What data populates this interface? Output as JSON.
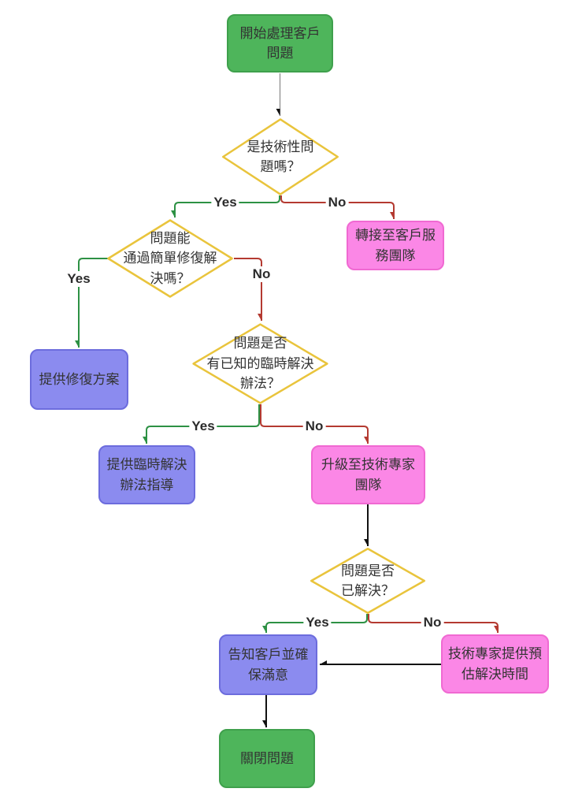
{
  "diagram": {
    "type": "flowchart",
    "language": "zh-TW",
    "nodes": {
      "start": {
        "kind": "process",
        "color": "green",
        "lines": [
          "開始處理客戶",
          "問題"
        ]
      },
      "q_technical": {
        "kind": "decision",
        "color": "yellow-outline",
        "lines": [
          "是技術性問",
          "題嗎？"
        ]
      },
      "transfer_cs": {
        "kind": "process",
        "color": "pink",
        "lines": [
          "轉接至客戶服",
          "務團隊"
        ]
      },
      "q_simple_fix": {
        "kind": "decision",
        "color": "yellow-outline",
        "lines": [
          "問題能",
          "通過簡單修復解",
          "決嗎？"
        ]
      },
      "provide_fix": {
        "kind": "process",
        "color": "purple",
        "lines": [
          "提供修復方案"
        ]
      },
      "q_workaround": {
        "kind": "decision",
        "color": "yellow-outline",
        "lines": [
          "問題是否",
          "有已知的臨時解決",
          "辦法？"
        ]
      },
      "provide_workaround": {
        "kind": "process",
        "color": "purple",
        "lines": [
          "提供臨時解決",
          "辦法指導"
        ]
      },
      "escalate": {
        "kind": "process",
        "color": "pink",
        "lines": [
          "升級至技術專家",
          "團隊"
        ]
      },
      "q_resolved": {
        "kind": "decision",
        "color": "yellow-outline",
        "lines": [
          "問題是否",
          "已解決？"
        ]
      },
      "inform_customer": {
        "kind": "process",
        "color": "purple",
        "lines": [
          "告知客戶並確",
          "保滿意"
        ]
      },
      "estimate_time": {
        "kind": "process",
        "color": "pink",
        "lines": [
          "技術專家提供預",
          "估解決時間"
        ]
      },
      "close_issue": {
        "kind": "process",
        "color": "green",
        "lines": [
          "關閉問題"
        ]
      }
    },
    "edges": [
      {
        "from": "start",
        "to": "q_technical",
        "label": ""
      },
      {
        "from": "q_technical",
        "to": "q_simple_fix",
        "label": "Yes"
      },
      {
        "from": "q_technical",
        "to": "transfer_cs",
        "label": "No"
      },
      {
        "from": "q_simple_fix",
        "to": "provide_fix",
        "label": "Yes"
      },
      {
        "from": "q_simple_fix",
        "to": "q_workaround",
        "label": "No"
      },
      {
        "from": "q_workaround",
        "to": "provide_workaround",
        "label": "Yes"
      },
      {
        "from": "q_workaround",
        "to": "escalate",
        "label": "No"
      },
      {
        "from": "escalate",
        "to": "q_resolved",
        "label": ""
      },
      {
        "from": "q_resolved",
        "to": "inform_customer",
        "label": "Yes"
      },
      {
        "from": "q_resolved",
        "to": "estimate_time",
        "label": "No"
      },
      {
        "from": "estimate_time",
        "to": "inform_customer",
        "label": ""
      },
      {
        "from": "inform_customer",
        "to": "close_issue",
        "label": ""
      }
    ],
    "colors": {
      "process_green": "#4eb55b",
      "process_pink": "#fb87e6",
      "process_purple": "#8b8bef",
      "decision_border": "#e9c43c",
      "edge_yes": "#2d9144",
      "edge_no": "#b43a31",
      "edge_neutral": "#111111",
      "text": "#333333"
    }
  }
}
